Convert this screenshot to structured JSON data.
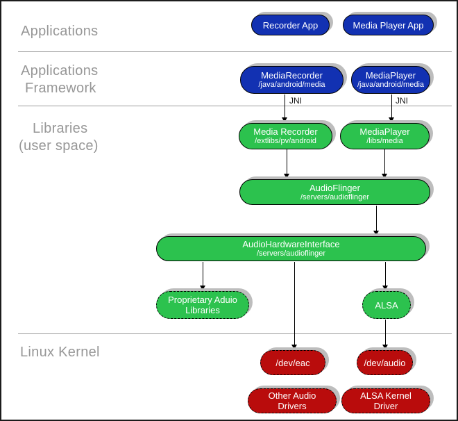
{
  "layers": {
    "applications": "Applications",
    "framework": [
      "Applications",
      "Framework"
    ],
    "libraries": [
      "Libraries",
      "(user space)"
    ],
    "kernel": "Linux Kernel"
  },
  "nodes": {
    "recorder_app": {
      "title": "Recorder App"
    },
    "media_player_app": {
      "title": "Media Player App"
    },
    "media_recorder_fw": {
      "title": "MediaRecorder",
      "path": "/java/android/media"
    },
    "media_player_fw": {
      "title": "MediaPlayer",
      "path": "/java/android/media"
    },
    "media_recorder_lib": {
      "title": "Media Recorder",
      "path": "/extlibs/pv/android"
    },
    "media_player_lib": {
      "title": "MediaPlayer",
      "path": "/libs/media"
    },
    "audio_flinger": {
      "title": "AudioFlinger",
      "path": "/servers/audioflinger"
    },
    "audio_hardware_interface": {
      "title": "AudioHardwareInterface",
      "path": "/servers/audioflinger"
    },
    "proprietary_audio_libraries": {
      "title": "Proprietary Aduio Libraries"
    },
    "alsa": {
      "title": "ALSA"
    },
    "dev_eac": {
      "title": "/dev/eac"
    },
    "dev_audio": {
      "title": "/dev/audio"
    },
    "other_audio_drivers": {
      "title": "Other Audio Drivers"
    },
    "alsa_kernel_driver": {
      "title": "ALSA Kernel Driver"
    }
  },
  "edges": [
    {
      "from": "media_recorder_fw",
      "to": "media_recorder_lib",
      "label": "JNI"
    },
    {
      "from": "media_player_fw",
      "to": "media_player_lib",
      "label": "JNI"
    },
    {
      "from": "media_recorder_lib",
      "to": "audio_flinger",
      "label": ""
    },
    {
      "from": "media_player_lib",
      "to": "audio_flinger",
      "label": ""
    },
    {
      "from": "audio_flinger",
      "to": "audio_hardware_interface",
      "label": ""
    },
    {
      "from": "audio_hardware_interface",
      "to": "proprietary_audio_libraries",
      "label": ""
    },
    {
      "from": "audio_hardware_interface",
      "to": "dev_eac",
      "label": ""
    },
    {
      "from": "audio_hardware_interface",
      "to": "alsa",
      "label": ""
    },
    {
      "from": "alsa",
      "to": "dev_audio",
      "label": ""
    }
  ],
  "colors": {
    "app_blue": "#1231b2",
    "lib_green": "#2cc24e",
    "kernel_red": "#b90c0c",
    "label_gray": "#979797",
    "shadow_gray": "#bdbdbd",
    "divider_gray": "#9a9a9a"
  }
}
